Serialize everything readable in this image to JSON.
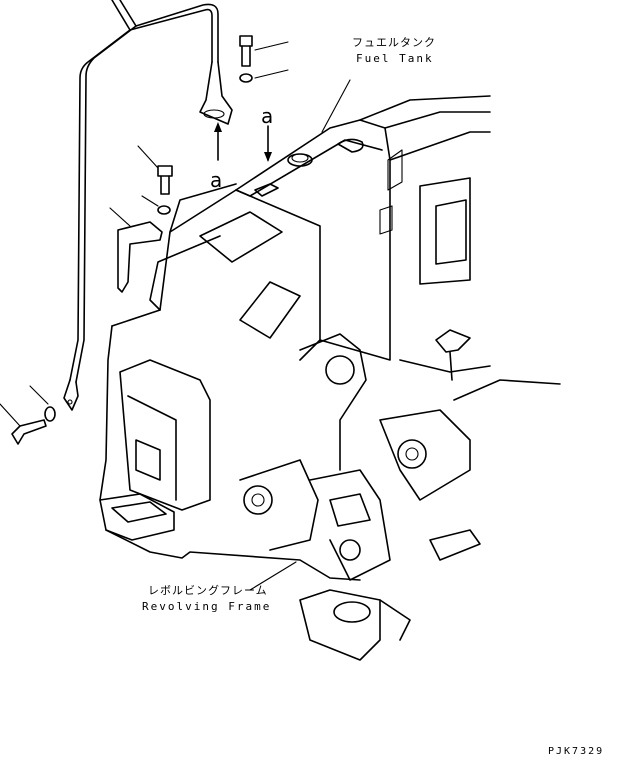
{
  "labels": {
    "fuel_tank_jp": "フュエルタンク",
    "fuel_tank_en": "Fuel Tank",
    "frame_jp": "レボルビングフレーム",
    "frame_en": "Revolving Frame",
    "view_marker_top": "a",
    "view_marker_left": "a",
    "drawing_code": "PJK7329"
  },
  "colors": {
    "ink": "#000000",
    "paper": "#ffffff"
  }
}
